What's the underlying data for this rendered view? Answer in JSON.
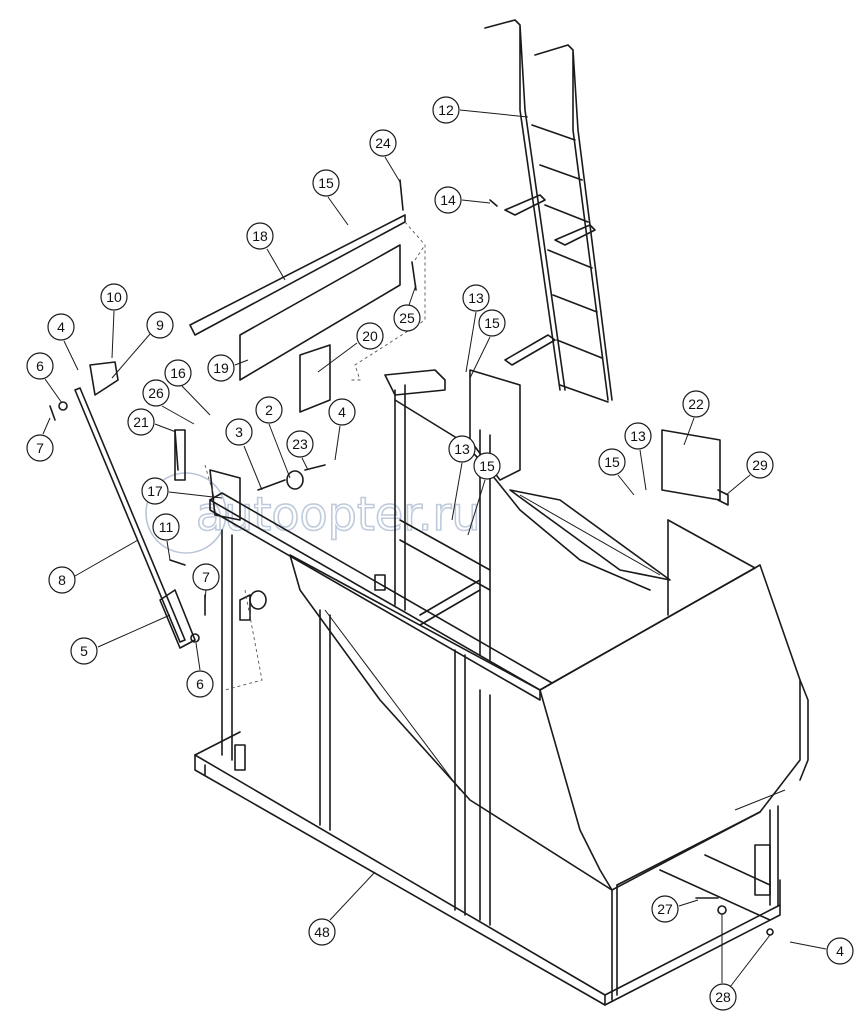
{
  "watermark": "autoopter.ru",
  "callouts": [
    "2",
    "3",
    "4",
    "4",
    "4",
    "5",
    "6",
    "6",
    "7",
    "7",
    "8",
    "9",
    "10",
    "11",
    "12",
    "13",
    "13",
    "14",
    "15",
    "15",
    "15",
    "15",
    "16",
    "17",
    "18",
    "19",
    "20",
    "21",
    "22",
    "23",
    "24",
    "25",
    "26",
    "27",
    "28",
    "48",
    "29"
  ]
}
